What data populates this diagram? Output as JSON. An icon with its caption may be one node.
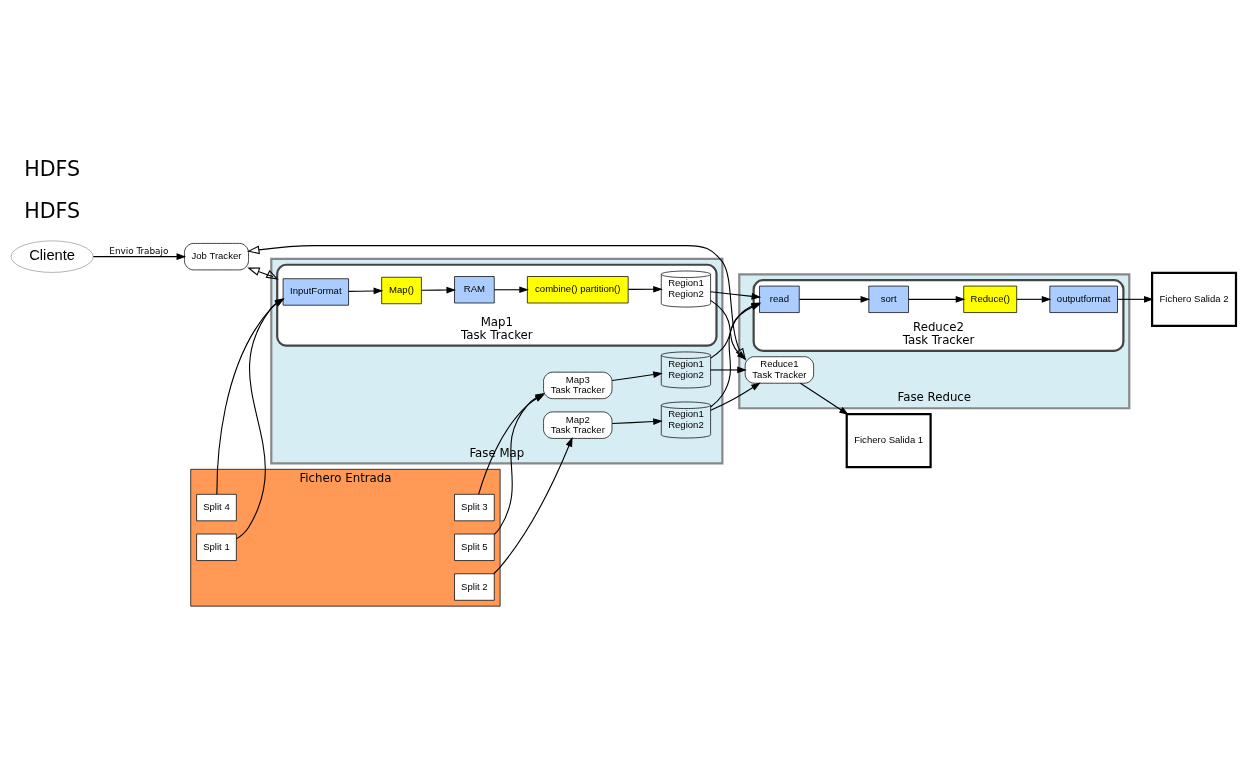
{
  "diagram": {
    "nodes": [
      {
        "text": [
          "Cliente"
        ]
      },
      {
        "text": [
          "Job Tracker"
        ]
      },
      {
        "text": [
          "Fichero Entrada"
        ]
      },
      {
        "text": [
          "Split 1"
        ],
        "in": 2
      },
      {
        "text": [
          "Split 2"
        ],
        "in": 2
      },
      {
        "text": [
          "Split 3"
        ],
        "in": 2
      },
      {
        "text": [
          "Split 4"
        ],
        "in": 2
      },
      {
        "text": [
          "Split 5"
        ],
        "in": 2
      },
      {
        "text": [
          "Fase Map"
        ]
      },
      {
        "text": [
          "Map1",
          "Task Tracker"
        ],
        "in": 8
      },
      {
        "text": [
          "InputFormat"
        ],
        "in": 9
      },
      {
        "text": [
          "Map()"
        ],
        "in": 9
      },
      {
        "text": [
          "RAM"
        ],
        "in": 9
      },
      {
        "text": [
          "combine() partition()"
        ],
        "in": 9
      },
      {
        "text": [
          "Region1",
          "Region2"
        ],
        "in": 9
      },
      {
        "text": [
          "Map2",
          "Task Tracker"
        ],
        "in": 8
      },
      {
        "text": [
          "Region1",
          "Region2"
        ],
        "in": 8
      },
      {
        "text": [
          "Map3",
          "Task Tracker"
        ],
        "in": 8
      },
      {
        "text": [
          "Region1",
          "Region2"
        ],
        "in": 8
      },
      {
        "text": [
          "Fase Reduce"
        ]
      },
      {
        "text": [
          "Reduce1",
          "Task Tracker"
        ],
        "in": 19
      },
      {
        "text": [
          "Reduce2",
          "Task Tracker"
        ],
        "in": 19
      },
      {
        "text": [
          "read"
        ],
        "in": 21
      },
      {
        "text": [
          "sort"
        ],
        "in": 21
      },
      {
        "text": [
          "Reduce()"
        ],
        "in": 21
      },
      {
        "text": [
          "outputformat"
        ],
        "in": 21
      },
      {
        "text": [
          "Fichero Salida 1"
        ]
      },
      {
        "text": [
          "Fichero Salida 2"
        ]
      }
    ],
    "edges": [
      {
        "from": 0,
        "to": 1,
        "arrow": "to",
        "label": "Envio Trabajo"
      },
      {
        "from": 1,
        "to": 9,
        "arrow": "both"
      },
      {
        "from": 1,
        "to": 20,
        "arrow": "both"
      },
      {
        "from": 3,
        "to": 10,
        "arrow": "to"
      },
      {
        "from": 6,
        "to": 10,
        "arrow": "to"
      },
      {
        "from": 4,
        "to": 15,
        "arrow": "to"
      },
      {
        "from": 5,
        "to": 17,
        "arrow": "to"
      },
      {
        "from": 7,
        "to": 17,
        "arrow": "to"
      },
      {
        "from": 10,
        "to": 11,
        "arrow": "to"
      },
      {
        "from": 11,
        "to": 12,
        "arrow": "to"
      },
      {
        "from": 12,
        "to": 13,
        "arrow": "to"
      },
      {
        "from": 13,
        "to": 14,
        "arrow": "to"
      },
      {
        "from": 14,
        "to": 20,
        "arrow": "to"
      },
      {
        "from": 14,
        "to": 22,
        "arrow": "to"
      },
      {
        "from": 15,
        "to": 16,
        "arrow": "to"
      },
      {
        "from": 16,
        "to": 20,
        "arrow": "to"
      },
      {
        "from": 16,
        "to": 22,
        "arrow": "to"
      },
      {
        "from": 17,
        "to": 18,
        "arrow": "to"
      },
      {
        "from": 18,
        "to": 20,
        "arrow": "to"
      },
      {
        "from": 18,
        "to": 22,
        "arrow": "to"
      },
      {
        "from": 20,
        "to": 26,
        "arrow": "to"
      },
      {
        "from": 22,
        "to": 23,
        "arrow": "to"
      },
      {
        "from": 23,
        "to": 24,
        "arrow": "to"
      },
      {
        "from": 24,
        "to": 25,
        "arrow": "to"
      },
      {
        "from": 25,
        "to": 27,
        "arrow": "to"
      }
    ],
    "labels": [
      "HDFS",
      "HDFS"
    ]
  }
}
